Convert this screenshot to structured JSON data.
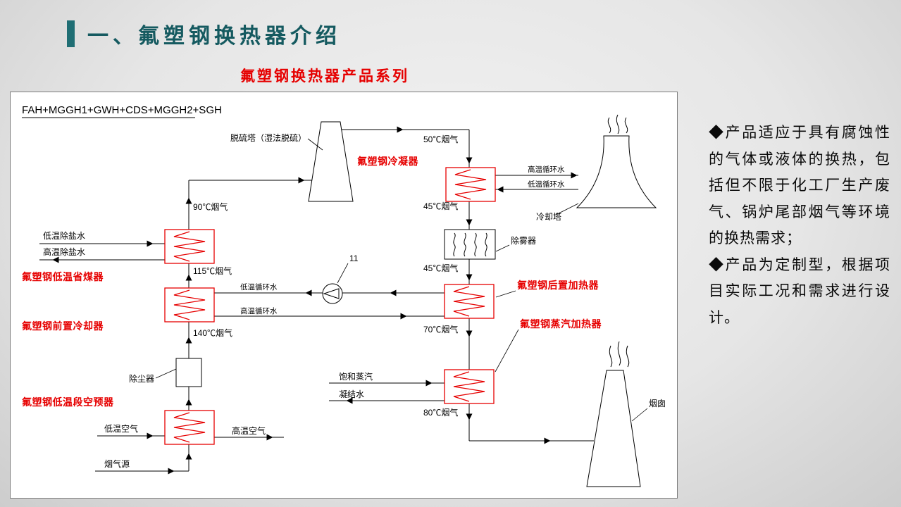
{
  "slide": {
    "title": "一、氟塑钢换热器介绍",
    "subtitle": "氟塑钢换热器产品系列"
  },
  "description": {
    "bullet1": "◆产品适应于具有腐蚀性的气体或液体的换热，包括但不限于化工厂生产废气、锅炉尾部烟气等环境的换热需求；",
    "bullet2": "◆产品为定制型，根据项目实际工况和需求进行设计。"
  },
  "diagram": {
    "formula": "FAH+MGGH1+GWH+CDS+MGGH2+SGH",
    "equipment_red": {
      "condenser": "氟塑钢冷凝器",
      "economizer": "氟塑钢低温省煤器",
      "precooler": "氟塑钢前置冷却器",
      "air_preheater": "氟塑钢低温段空预器",
      "postheater": "氟塑钢后置加热器",
      "steam_heater": "氟塑钢蒸汽加热器"
    },
    "labels": {
      "desulfurization_tower": "脱硫塔（湿法脱硫）",
      "flue_50": "50℃烟气",
      "hot_circulating_water_top": "高温循环水",
      "cold_circulating_water_top": "低温循环水",
      "cooling_tower": "冷却塔",
      "flue_90": "90℃烟气",
      "flue_45_upper": "45℃烟气",
      "demister": "除雾器",
      "flue_45_lower": "45℃烟气",
      "cold_desalted_water": "低温除盐水",
      "hot_desalted_water": "高温除盐水",
      "flue_115": "115℃烟气",
      "cold_circulating_water_mid": "低温循环水",
      "hot_circulating_water_mid": "高温循环水",
      "pump_number": "11",
      "flue_140": "140℃烟气",
      "dust_collector": "除尘器",
      "flue_70": "70℃烟气",
      "saturated_steam": "饱和蒸汽",
      "condensate_water": "凝结水",
      "flue_80": "80℃烟气",
      "chimney": "烟囱",
      "cold_air": "低温空气",
      "hot_air": "高温空气",
      "flue_gas_source": "烟气源"
    },
    "colors": {
      "equipment_red": "#e60000",
      "line_black": "#000000",
      "title_teal": "#155a60",
      "subtitle_red": "#e60000",
      "panel_white": "#ffffff"
    }
  }
}
